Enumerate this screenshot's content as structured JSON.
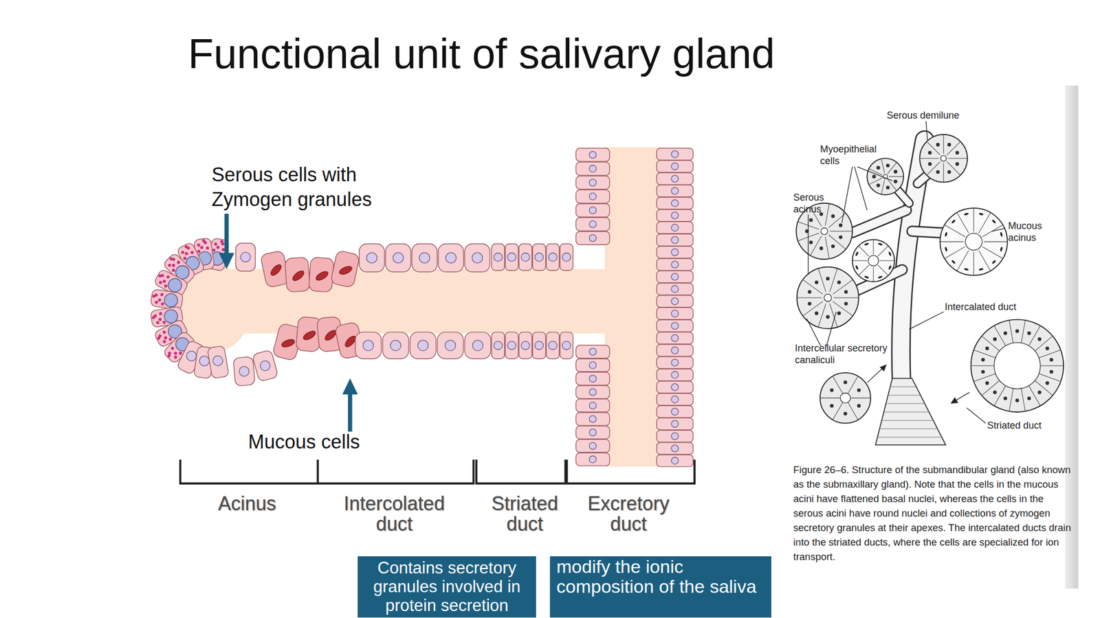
{
  "diagram": {
    "title": "Functional unit of salivary gland",
    "caption": "Figure 26–6. Structure of the submandibular gland (also known as the submaxillary gland). Note that the cells in the mucous acini have flattened basal nuclei, whereas the cells in the serous acini have round nuclei and collections of zymogen secretory granules at their apexes. The intercalated ducts drain into the striated ducts, where the cells are specialized for ion transport.",
    "nodes": [
      {
        "text": [
          "Contains secretory granules involved in protein secretion"
        ]
      },
      {
        "text": [
          "modify the ionic composition of the saliva"
        ]
      }
    ],
    "labels": [
      "Serous cells with Zymogen granules",
      "Mucous cells",
      "Acinus",
      "Intercolated duct",
      "Striated duct",
      "Excretory duct",
      "Serous demilune",
      "Myoepithelial cells",
      "Serous acinus",
      "Mucous acinus",
      "Intercalated duct",
      "Intercellular secretory canaliculi",
      "Striated duct"
    ]
  }
}
